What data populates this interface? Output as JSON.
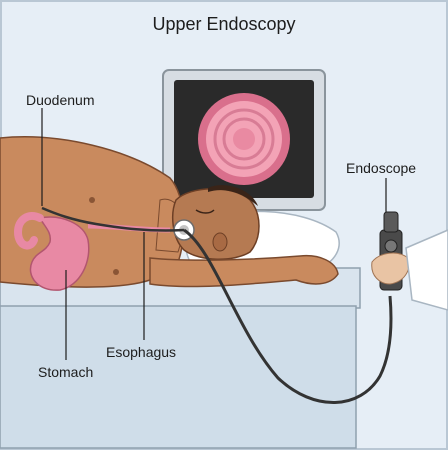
{
  "title": "Upper Endoscopy",
  "labels": {
    "duodenum": "Duodenum",
    "stomach": "Stomach",
    "esophagus": "Esophagus",
    "endoscope": "Endoscope"
  },
  "colors": {
    "background": "#e6eef6",
    "skin": "#c98a5e",
    "skin_shadow": "#a86a44",
    "stomach": "#e889a4",
    "monitor": "#2a2a2a",
    "endoscope_tube": "#333333",
    "table": "#cfdde9",
    "pillow": "#ffffff"
  }
}
